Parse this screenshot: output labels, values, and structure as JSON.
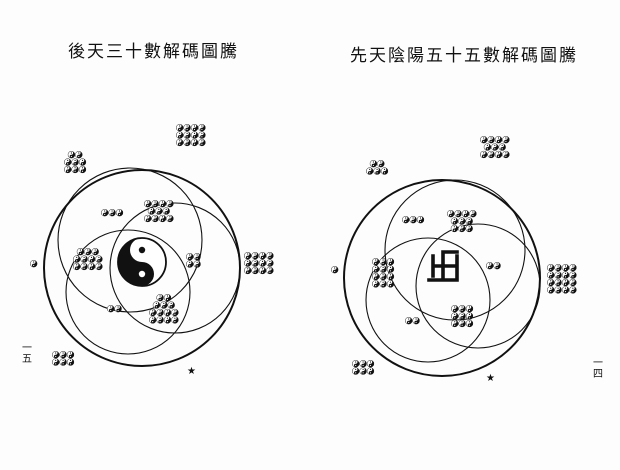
{
  "left_page": {
    "title": "後天三十數解碼圖騰",
    "page_number": "一五",
    "center_symbol": "yin-yang",
    "star": "★"
  },
  "right_page": {
    "title": "先天陰陽五十五數解碼圖騰",
    "page_number": "一四",
    "center_symbol": "swastika",
    "star": "★"
  },
  "colors": {
    "ink": "#111111",
    "paper": "#fdfdfd"
  }
}
